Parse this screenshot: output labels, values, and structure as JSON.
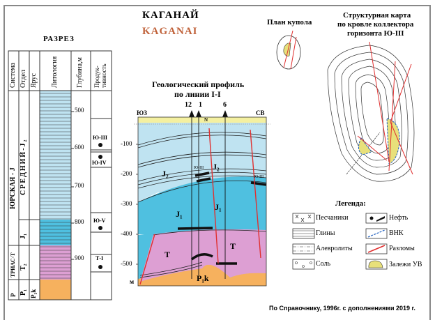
{
  "title_ru": "КАГАНАЙ",
  "title_en": "KAGANAI",
  "colors": {
    "title_en": "#c0623a",
    "light_blue": "#bfe3f1",
    "blue": "#4fc0e0",
    "pink": "#dd9fd3",
    "orange": "#f6b15e",
    "fault": "#e03030",
    "yellow": "#e8e07a"
  },
  "section": {
    "title": "РАЗРЕЗ",
    "headers": [
      "Система",
      "Отдел",
      "Ярус",
      "Литология",
      "Глубина,м",
      "Продук-тивность"
    ],
    "systems": [
      "ЮРСКАЯ - J",
      "ТРИАС-Т",
      "P"
    ],
    "series": [
      "СРЕДНИЙ-J₂",
      "J₁",
      "T₂",
      "P₁"
    ],
    "stages": [
      "P₁k"
    ],
    "depths": [
      "500",
      "600",
      "700",
      "800",
      "900"
    ],
    "productive": [
      "Ю-III",
      "Ю-IV",
      "Ю-V",
      "Т-I"
    ]
  },
  "profile": {
    "title_line1": "Геологический профиль",
    "title_line2": "по линии I-I",
    "left_dir": "ЮЗ",
    "right_dir": "СВ",
    "wells": [
      "12",
      "1",
      "6"
    ],
    "y_ticks": [
      "-100",
      "-200",
      "-300",
      "-400",
      "-500",
      "м"
    ],
    "labels": {
      "n": "N",
      "j2a": "J₂",
      "j2b": "J₂",
      "j1a": "J₁",
      "j1b": "J₁",
      "ta": "T",
      "tb": "T",
      "p1k": "P₁k",
      "ju3a": "Ю-III",
      "ju3b": "Ю-III"
    }
  },
  "dome_plan": {
    "title": "План купола"
  },
  "structure_map": {
    "title_line1": "Структурная карта",
    "title_line2": "по кровле коллектора",
    "title_line3": "горизонта Ю-III"
  },
  "legend": {
    "title": "Легенда:",
    "items": [
      "Песчаники",
      "Глины",
      "Алевролиты",
      "Соль",
      "Нефть",
      "ВНК",
      "Разломы",
      "Залежи УВ"
    ]
  },
  "footer": "По Справочнику, 1996г. с дополнениями 2019 г."
}
